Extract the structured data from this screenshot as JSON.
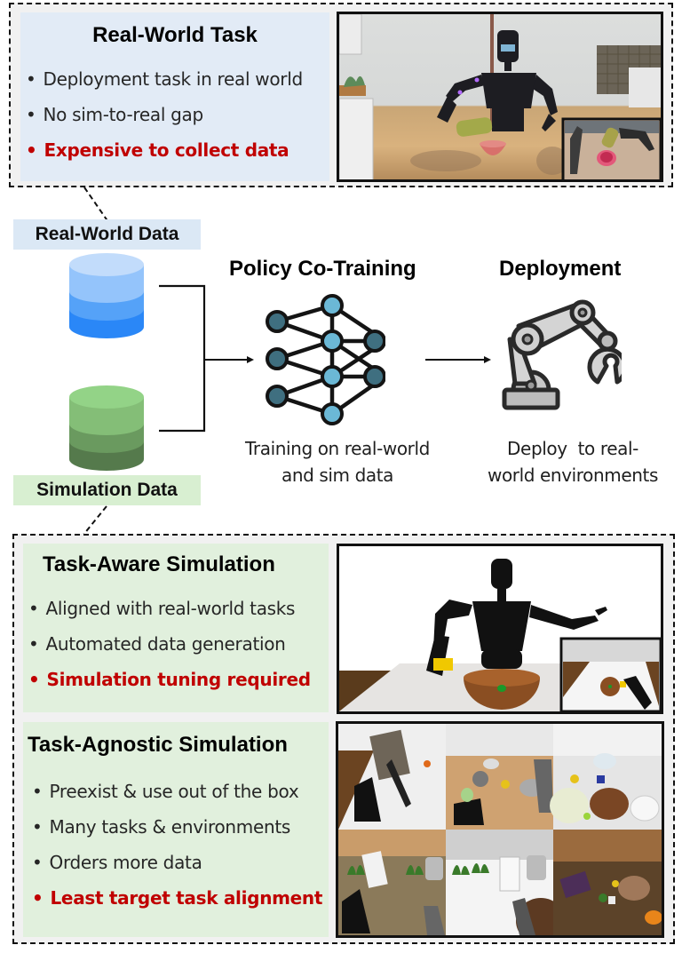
{
  "real_world_task": {
    "title": "Real-World Task",
    "bullets": [
      {
        "text": "Deployment task in real world",
        "highlight": false
      },
      {
        "text": "No sim-to-real gap",
        "highlight": false
      },
      {
        "text": "Expensive to collect data",
        "highlight": true
      }
    ],
    "image": "real-robot-pouring-into-bowl-photo"
  },
  "data_sources": {
    "real": {
      "label": "Real-World Data",
      "icon": "database-icon",
      "colors": [
        "#c2dcfb",
        "#94c4fb",
        "#55a2f8",
        "#2a87f7"
      ]
    },
    "sim": {
      "label": "Simulation Data",
      "icon": "database-icon",
      "colors": [
        "#93d387",
        "#84be77",
        "#6a9a5f",
        "#557a4c"
      ]
    }
  },
  "co_training": {
    "title": "Policy Co-Training",
    "icon": "neural-network-icon",
    "caption_line1": "Training on real-world",
    "caption_line2": "and sim data"
  },
  "deployment": {
    "title": "Deployment",
    "icon": "robot-arm-icon",
    "caption_line1": "Deploy  to real-",
    "caption_line2": "world environments"
  },
  "task_aware": {
    "title": "Task-Aware Simulation",
    "bullets": [
      {
        "text": "Aligned with real-world tasks",
        "highlight": false
      },
      {
        "text": "Automated data generation",
        "highlight": false
      },
      {
        "text": "Simulation tuning required",
        "highlight": true
      }
    ],
    "image": "simulated-robot-bowl-render"
  },
  "task_agnostic": {
    "title": "Task-Agnostic Simulation",
    "bullets": [
      {
        "text": "Preexist & use out of the box",
        "highlight": false
      },
      {
        "text": "Many tasks & environments",
        "highlight": false
      },
      {
        "text": "Orders more data",
        "highlight": false
      },
      {
        "text": "Least target task alignment",
        "highlight": true
      }
    ],
    "image": "simulated-kitchen-scenes-grid"
  },
  "colors": {
    "highlight_red": "#c00000",
    "panel_blue": "#e2ebf6",
    "panel_green": "#e1f0dd",
    "nn_light_node": "#6bb8d6",
    "nn_dark_node": "#3f6f80",
    "arm_gray": "#d4d4d4"
  }
}
